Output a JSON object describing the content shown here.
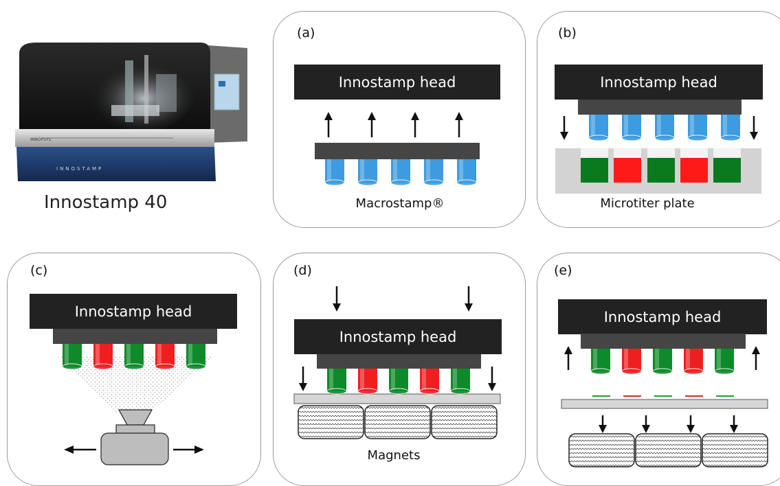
{
  "machine": {
    "caption": "Innostamp 40",
    "brand_text": "INNOSTAMP",
    "small_text": "INNOPSYS"
  },
  "panels": {
    "a": {
      "label": "(a)",
      "head": "Innostamp head",
      "caption": "Macrostamp®"
    },
    "b": {
      "label": "(b)",
      "head": "Innostamp head",
      "caption": "Microtiter plate"
    },
    "c": {
      "label": "(c)",
      "head": "Innostamp head"
    },
    "d": {
      "label": "(d)",
      "head": "Innostamp head",
      "caption": "Magnets"
    },
    "e": {
      "label": "(e)",
      "head": "Innostamp head"
    }
  },
  "colors": {
    "head": "#222222",
    "carrier": "#454545",
    "pin_blue": "#3d9be0",
    "pin_green": "#0f8a2a",
    "pin_red": "#ef1f1f",
    "well_green": "#0b7a1e",
    "well_red": "#ff1a1a",
    "plate": "#d0d0d0"
  },
  "icons": [
    "arrow-up-icon",
    "arrow-down-icon",
    "arrow-left-icon",
    "arrow-right-icon",
    "camera-icon",
    "magnet-icon"
  ]
}
